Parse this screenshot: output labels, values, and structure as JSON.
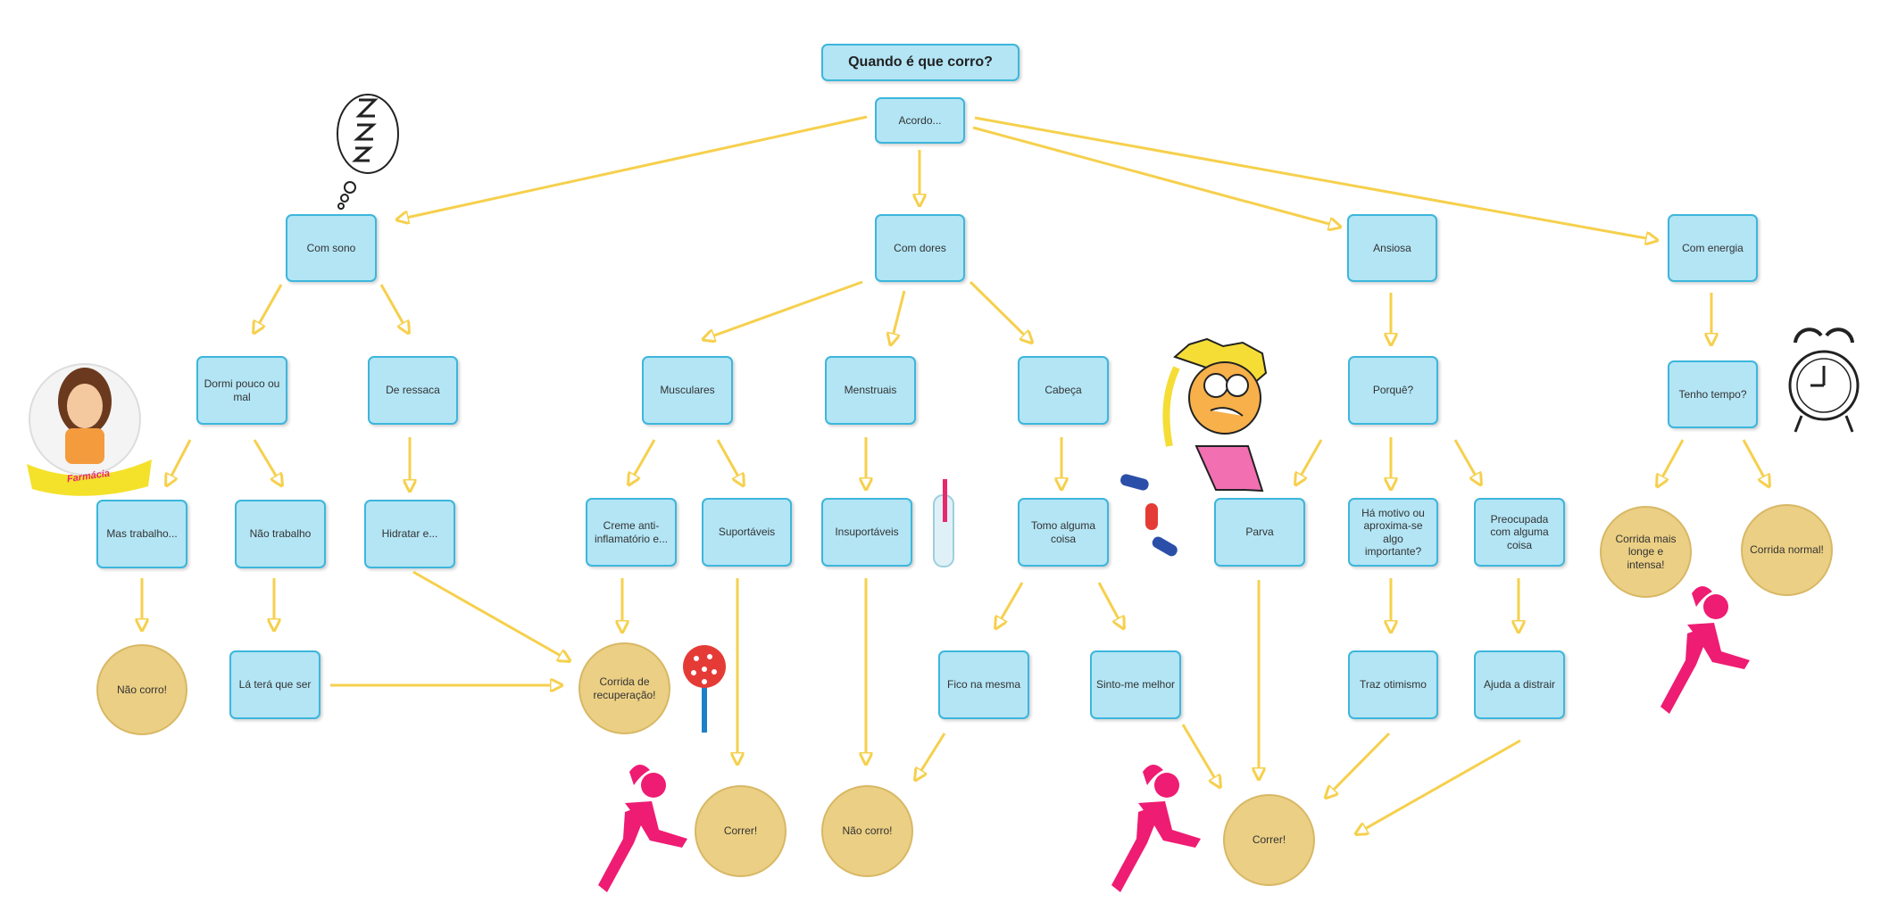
{
  "diagram": {
    "title": "Quando é que corro?",
    "colors": {
      "node_fill": "#b3e5f5",
      "node_border": "#3db6dc",
      "result_fill": "#ebcf84",
      "arrow": "#f6d04d",
      "runner": "#ee1c73"
    },
    "nodes": {
      "acordo": "Acordo...",
      "com_sono": "Com sono",
      "com_dores": "Com dores",
      "ansiosa": "Ansiosa",
      "com_energia": "Com energia",
      "dormi_pouco": "Dormi pouco ou mal",
      "de_ressaca": "De ressaca",
      "musculares": "Musculares",
      "menstruais": "Menstruais",
      "cabeca": "Cabeça",
      "porque": "Porquê?",
      "tenho_tempo": "Tenho tempo?",
      "mas_trabalho": "Mas trabalho...",
      "nao_trabalho": "Não trabalho",
      "hidratar": "Hidratar e...",
      "creme": "Creme anti-inflamatório e...",
      "suportaveis": "Suportáveis",
      "insuportaveis": "Insuportáveis",
      "tomo_alguma_coisa": "Tomo alguma coisa",
      "parva": "Parva",
      "ha_motivo": "Há motivo ou aproxima-se algo importante?",
      "preocupada": "Preocupada com alguma coisa",
      "la_tera": "Lá terá que ser",
      "fico_na_mesma": "Fico na mesma",
      "sinto_me_melhor": "Sinto-me melhor",
      "traz_otimismo": "Traz otimismo",
      "ajuda_distrair": "Ajuda a distrair"
    },
    "results": {
      "nao_corro_1": "Não corro!",
      "corrida_recuperacao": "Corrida de recuperação!",
      "correr_1": "Correr!",
      "nao_corro_2": "Não corro!",
      "correr_2": "Correr!",
      "corrida_longe": "Corrida mais longe e intensa!",
      "corrida_normal": "Corrida normal!"
    },
    "logo_text": "Farmácia",
    "icons": [
      "sleep-zzz-icon",
      "pharmacist-icon",
      "lollipop-icon",
      "thermometer-icon",
      "pills-icon",
      "crying-girl-icon",
      "alarm-clock-icon",
      "runner-icon"
    ]
  }
}
